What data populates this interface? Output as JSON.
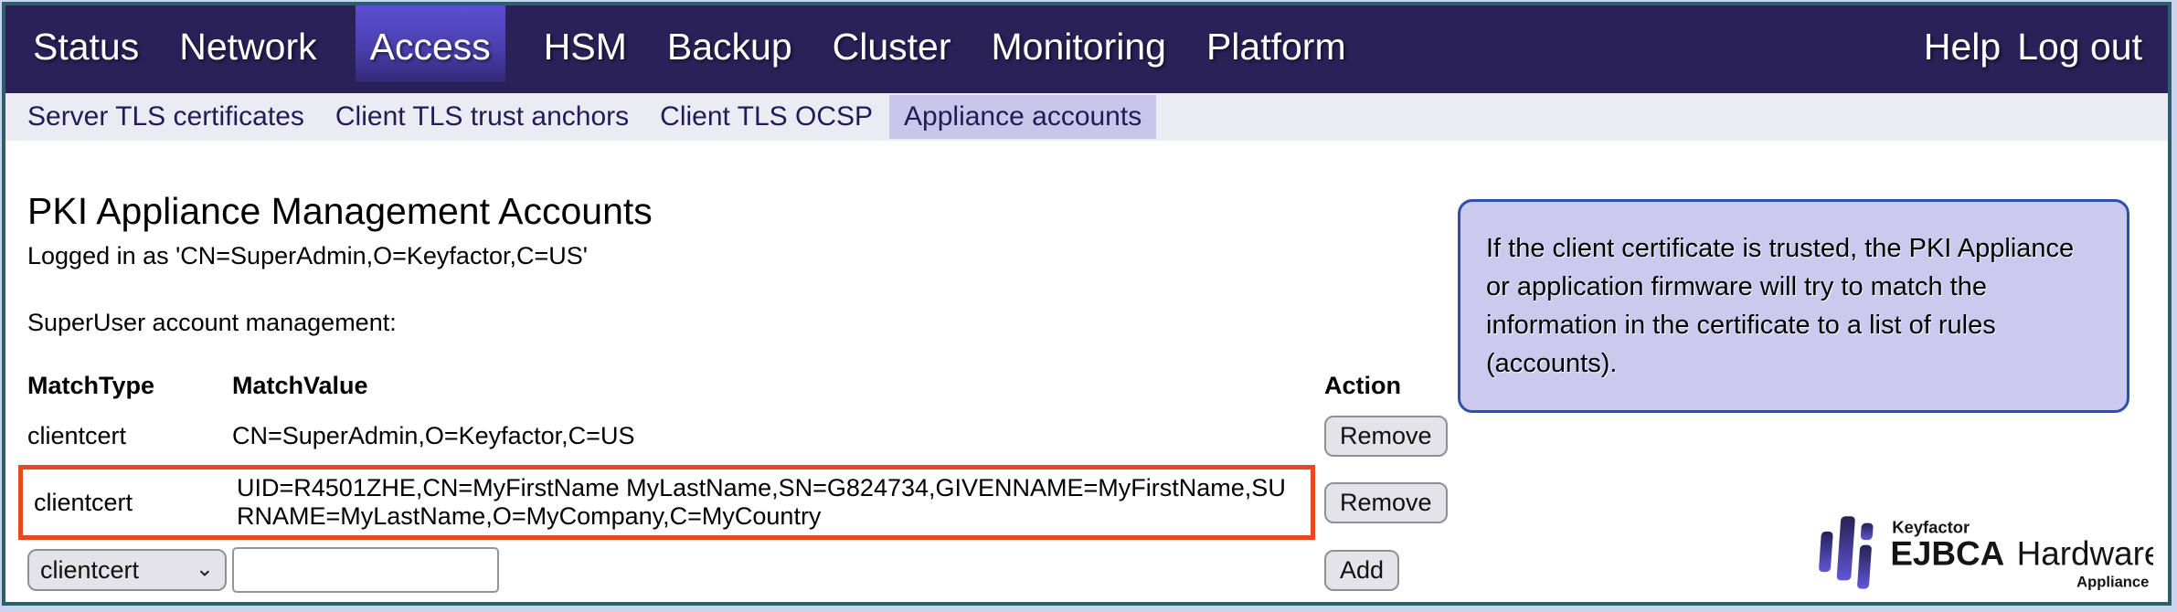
{
  "nav": {
    "items": [
      {
        "label": "Status",
        "active": false
      },
      {
        "label": "Network",
        "active": false
      },
      {
        "label": "Access",
        "active": true
      },
      {
        "label": "HSM",
        "active": false
      },
      {
        "label": "Backup",
        "active": false
      },
      {
        "label": "Cluster",
        "active": false
      },
      {
        "label": "Monitoring",
        "active": false
      },
      {
        "label": "Platform",
        "active": false
      }
    ],
    "right": [
      {
        "label": "Help"
      },
      {
        "label": "Log out"
      }
    ]
  },
  "subnav": {
    "items": [
      {
        "label": "Server TLS certificates",
        "active": false
      },
      {
        "label": "Client TLS trust anchors",
        "active": false
      },
      {
        "label": "Client TLS OCSP",
        "active": false
      },
      {
        "label": "Appliance accounts",
        "active": true
      }
    ]
  },
  "main": {
    "title": "PKI Appliance Management Accounts",
    "logged_in_as": "Logged in as 'CN=SuperAdmin,O=Keyfactor,C=US'",
    "section_label": "SuperUser account management:",
    "table": {
      "headers": {
        "match_type": "MatchType",
        "match_value": "MatchValue",
        "action": "Action"
      },
      "rows": [
        {
          "match_type": "clientcert",
          "match_value": "CN=SuperAdmin,O=Keyfactor,C=US",
          "action_label": "Remove",
          "highlighted": false
        },
        {
          "match_type": "clientcert",
          "match_value": "UID=R4501ZHE,CN=MyFirstName MyLastName,SN=G824734,GIVENNAME=MyFirstName,SURNAME=MyLastName,O=MyCompany,C=MyCountry",
          "action_label": "Remove",
          "highlighted": true
        }
      ],
      "add_row": {
        "select_value": "clientcert",
        "input_value": "",
        "action_label": "Add"
      }
    },
    "info_box": "If the client certificate is trusted, the PKI Appliance or application firmware will try to match the information in the certificate to a list of rules (accounts)."
  },
  "logo": {
    "brand": "Keyfactor",
    "product_bold": "EJBCA",
    "product_light": "Hardware",
    "suffix": "Appliance"
  },
  "colors": {
    "nav_bg": "#2a2159",
    "nav_active_top": "#5c4fd3",
    "subnav_bg": "#ebebf4",
    "subnav_active_bg": "#c9c6ec",
    "subnav_text": "#201c58",
    "row_highlight_border": "#e8481f",
    "info_box_bg": "#cbcaee",
    "info_box_border": "#2f4fae",
    "frame_border": "#2c5e6b",
    "outer_bg": "#ccd3ec",
    "button_bg": "#e4e3e9",
    "logo_gradient_top": "#262254",
    "logo_gradient_bottom": "#6156d6"
  }
}
